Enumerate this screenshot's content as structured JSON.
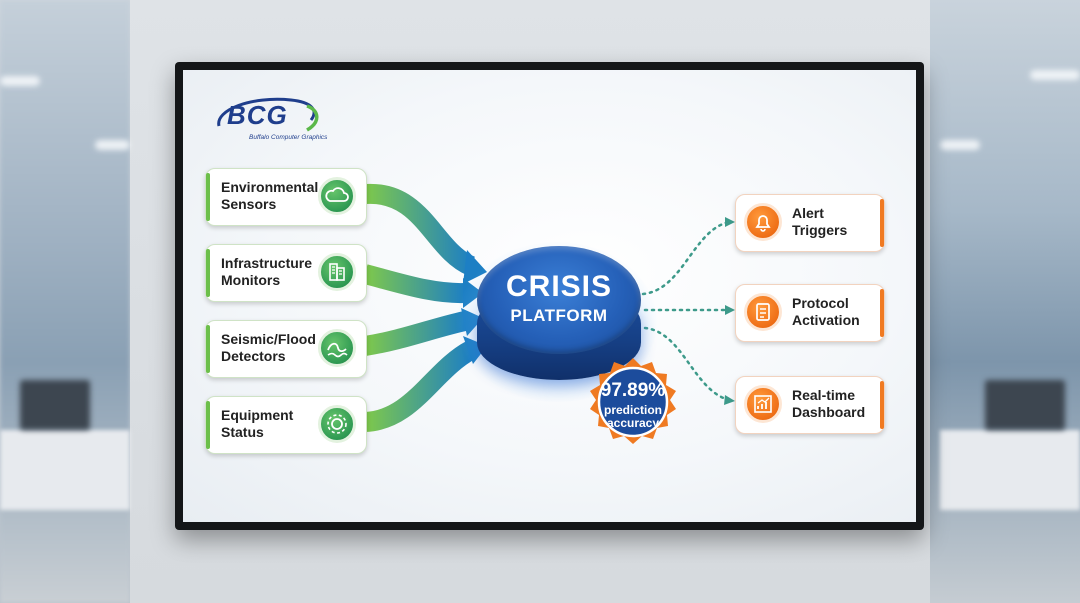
{
  "logo": {
    "name": "BCG",
    "tagline": "Buffalo Computer Graphics"
  },
  "inputs": [
    {
      "label": "Environmental Sensors",
      "icon": "cloud-icon"
    },
    {
      "label": "Infrastructure Monitors",
      "icon": "buildings-icon"
    },
    {
      "label": "Seismic/Flood Detectors",
      "icon": "wave-icon"
    },
    {
      "label": "Equipment Status",
      "icon": "gear-icon"
    }
  ],
  "platform": {
    "line1": "CRISIS",
    "line2": "PLATFORM"
  },
  "badge": {
    "value": "97.89%",
    "line1": "prediction",
    "line2": "accuracy"
  },
  "outputs": [
    {
      "label": "Alert Triggers",
      "icon": "bell-icon"
    },
    {
      "label": "Protocol Activation",
      "icon": "clipboard-icon"
    },
    {
      "label": "Real-time Dashboard",
      "icon": "chart-icon"
    }
  ],
  "colors": {
    "input_accent": "#2f9a53",
    "output_accent": "#ef6f17",
    "platform": "#2560b8",
    "logo": "#1f3e8c"
  }
}
